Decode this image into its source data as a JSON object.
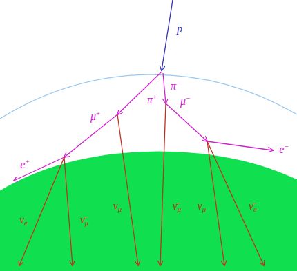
{
  "diagram": {
    "labels": [
      "p",
      "π+",
      "π−",
      "μ+",
      "μ−",
      "e+",
      "e−",
      "νe",
      "ν̄μ",
      "νμ",
      "ν̄μ",
      "νμ",
      "ν̄e"
    ]
  }
}
